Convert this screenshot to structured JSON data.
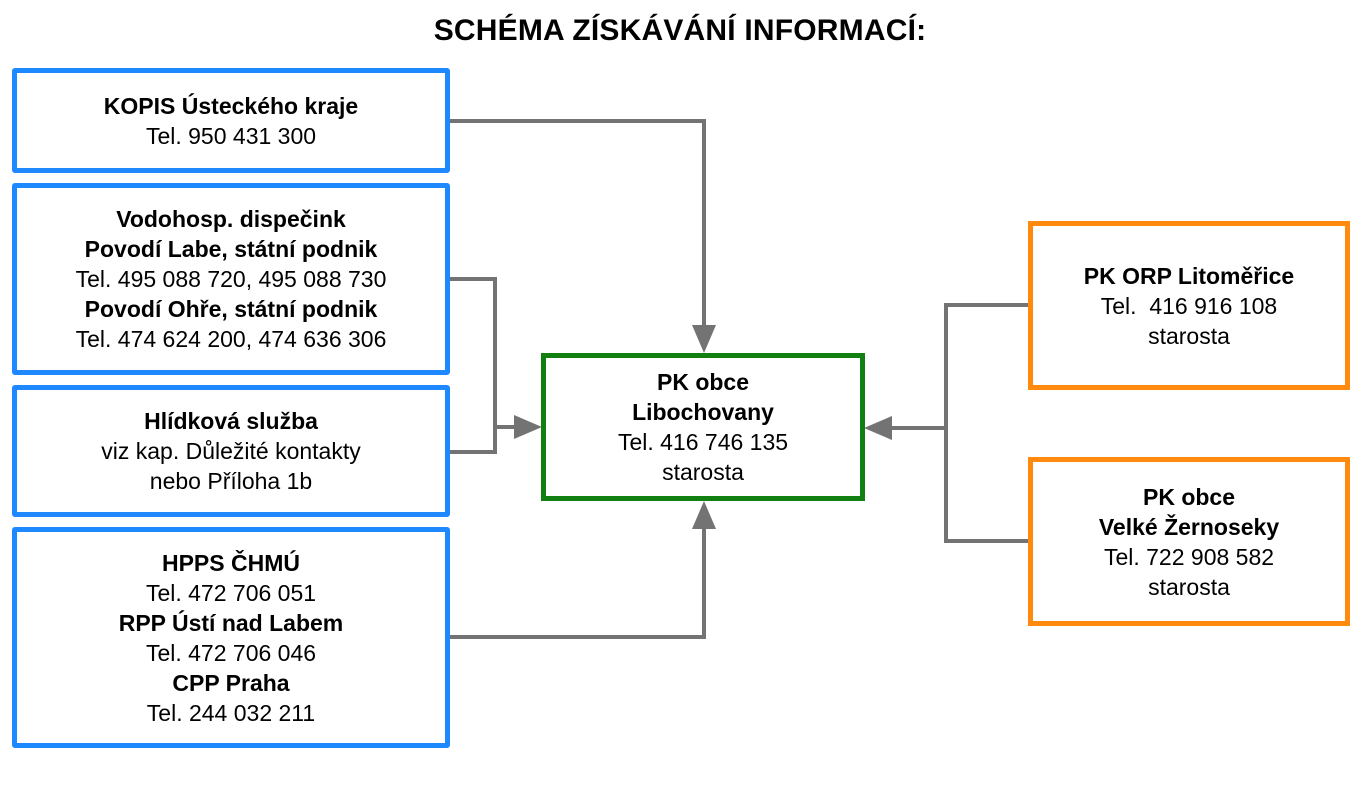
{
  "title": "SCHÉMA ZÍSKÁVÁNÍ INFORMACÍ:",
  "nodes": {
    "kopis": {
      "name": "KOPIS Ústeckého kraje",
      "tel": "Tel. 950 431 300"
    },
    "vodohosp": {
      "name": "Vodohosp. dispečink",
      "org1": "Povodí Labe, státní podnik",
      "tel1": "Tel. 495 088 720, 495 088 730",
      "org2": "Povodí Ohře, státní podnik",
      "tel2": "Tel. 474 624 200, 474 636 306"
    },
    "hlidkova": {
      "name": "Hlídková služba",
      "line1": "viz kap. Důležité kontakty",
      "line2": "nebo Příloha 1b"
    },
    "hpps": {
      "name": "HPPS ČHMÚ",
      "tel1": "Tel. 472 706 051",
      "org2": "RPP Ústí nad Labem",
      "tel2": "Tel. 472 706 046",
      "org3": "CPP Praha",
      "tel3": "Tel. 244 032 211"
    },
    "center": {
      "name1": "PK obce",
      "name2": "Libochovany",
      "tel": "Tel. 416 746 135",
      "role": "starosta"
    },
    "orp": {
      "name": "PK ORP Litoměřice",
      "tel": "Tel.  416 916 108",
      "role": "starosta"
    },
    "zernoseky": {
      "name1": "PK obce",
      "name2": "Velké Žernoseky",
      "tel": "Tel. 722 908 582",
      "role": "starosta"
    }
  },
  "colors": {
    "source": "#1E88FF",
    "target": "#118011",
    "neighbor": "#FF8A0D",
    "connector": "#737373"
  }
}
